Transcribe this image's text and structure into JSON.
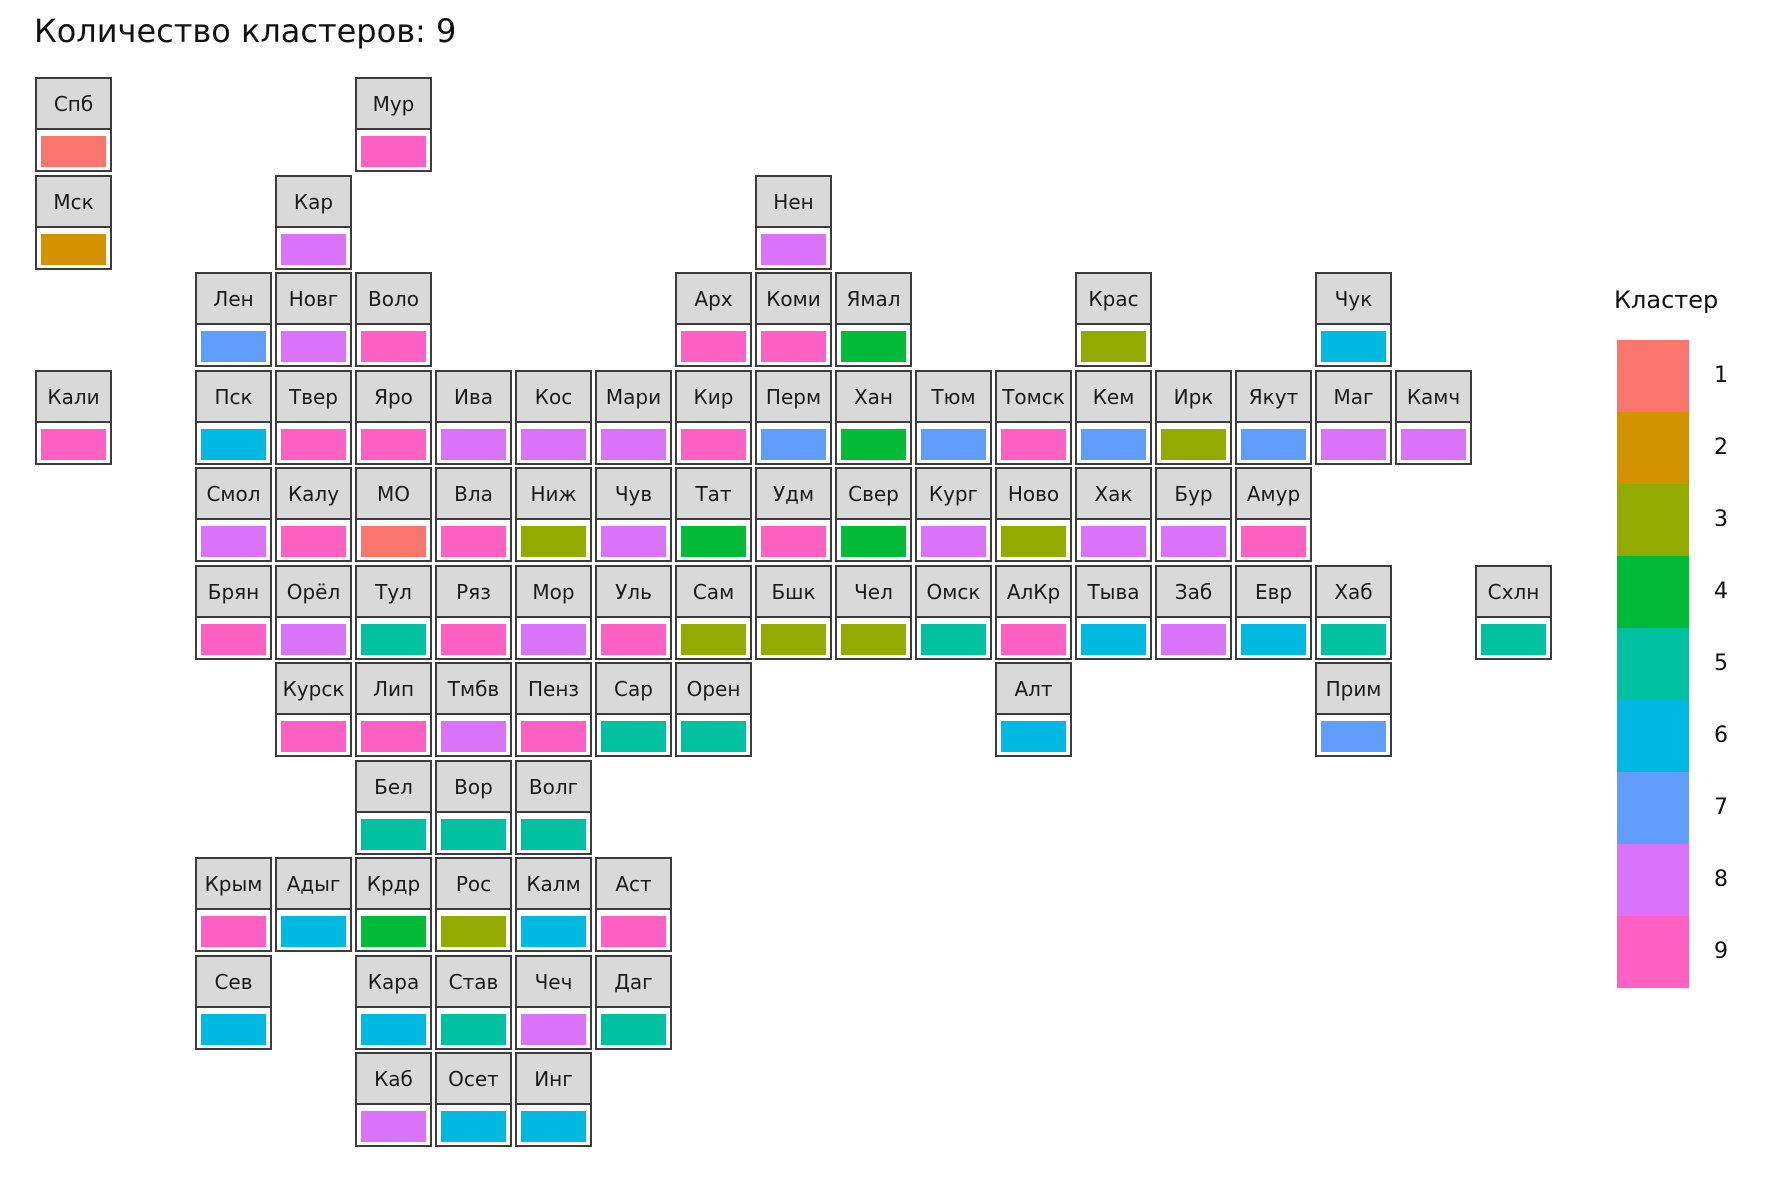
{
  "title": "Количество кластеров: 9",
  "chart_data": {
    "type": "heatmap",
    "title": "Количество кластеров: 9",
    "legend": {
      "title": "Кластер",
      "placement": "right",
      "entries": [
        {
          "label": "1",
          "color": "#F8766D"
        },
        {
          "label": "2",
          "color": "#D39200"
        },
        {
          "label": "3",
          "color": "#93AA00"
        },
        {
          "label": "4",
          "color": "#00BA38"
        },
        {
          "label": "5",
          "color": "#00C19F"
        },
        {
          "label": "6",
          "color": "#00B9E3"
        },
        {
          "label": "7",
          "color": "#619CFF"
        },
        {
          "label": "8",
          "color": "#DB72FB"
        },
        {
          "label": "9",
          "color": "#FF61C3"
        }
      ]
    },
    "grid": false,
    "regions": [
      {
        "label": "Спб",
        "col": 1,
        "row": 1,
        "cluster": 1
      },
      {
        "label": "Мур",
        "col": 5,
        "row": 1,
        "cluster": 9
      },
      {
        "label": "Мск",
        "col": 1,
        "row": 2,
        "cluster": 2
      },
      {
        "label": "Кар",
        "col": 4,
        "row": 2,
        "cluster": 8
      },
      {
        "label": "Нен",
        "col": 10,
        "row": 2,
        "cluster": 8
      },
      {
        "label": "Лен",
        "col": 3,
        "row": 3,
        "cluster": 7
      },
      {
        "label": "Новг",
        "col": 4,
        "row": 3,
        "cluster": 8
      },
      {
        "label": "Воло",
        "col": 5,
        "row": 3,
        "cluster": 9
      },
      {
        "label": "Арх",
        "col": 9,
        "row": 3,
        "cluster": 9
      },
      {
        "label": "Коми",
        "col": 10,
        "row": 3,
        "cluster": 9
      },
      {
        "label": "Ямал",
        "col": 11,
        "row": 3,
        "cluster": 4
      },
      {
        "label": "Крас",
        "col": 14,
        "row": 3,
        "cluster": 3
      },
      {
        "label": "Чук",
        "col": 17,
        "row": 3,
        "cluster": 6
      },
      {
        "label": "Кали",
        "col": 1,
        "row": 4,
        "cluster": 9
      },
      {
        "label": "Пск",
        "col": 3,
        "row": 4,
        "cluster": 6
      },
      {
        "label": "Твер",
        "col": 4,
        "row": 4,
        "cluster": 9
      },
      {
        "label": "Яро",
        "col": 5,
        "row": 4,
        "cluster": 9
      },
      {
        "label": "Ива",
        "col": 6,
        "row": 4,
        "cluster": 8
      },
      {
        "label": "Кос",
        "col": 7,
        "row": 4,
        "cluster": 8
      },
      {
        "label": "Мари",
        "col": 8,
        "row": 4,
        "cluster": 8
      },
      {
        "label": "Кир",
        "col": 9,
        "row": 4,
        "cluster": 9
      },
      {
        "label": "Перм",
        "col": 10,
        "row": 4,
        "cluster": 7
      },
      {
        "label": "Хан",
        "col": 11,
        "row": 4,
        "cluster": 4
      },
      {
        "label": "Тюм",
        "col": 12,
        "row": 4,
        "cluster": 7
      },
      {
        "label": "Томск",
        "col": 13,
        "row": 4,
        "cluster": 9
      },
      {
        "label": "Кем",
        "col": 14,
        "row": 4,
        "cluster": 7
      },
      {
        "label": "Ирк",
        "col": 15,
        "row": 4,
        "cluster": 3
      },
      {
        "label": "Якут",
        "col": 16,
        "row": 4,
        "cluster": 7
      },
      {
        "label": "Маг",
        "col": 17,
        "row": 4,
        "cluster": 8
      },
      {
        "label": "Камч",
        "col": 18,
        "row": 4,
        "cluster": 8
      },
      {
        "label": "Смол",
        "col": 3,
        "row": 5,
        "cluster": 8
      },
      {
        "label": "Калу",
        "col": 4,
        "row": 5,
        "cluster": 9
      },
      {
        "label": "МО",
        "col": 5,
        "row": 5,
        "cluster": 1
      },
      {
        "label": "Вла",
        "col": 6,
        "row": 5,
        "cluster": 9
      },
      {
        "label": "Ниж",
        "col": 7,
        "row": 5,
        "cluster": 3
      },
      {
        "label": "Чув",
        "col": 8,
        "row": 5,
        "cluster": 8
      },
      {
        "label": "Тат",
        "col": 9,
        "row": 5,
        "cluster": 4
      },
      {
        "label": "Удм",
        "col": 10,
        "row": 5,
        "cluster": 9
      },
      {
        "label": "Свер",
        "col": 11,
        "row": 5,
        "cluster": 4
      },
      {
        "label": "Кург",
        "col": 12,
        "row": 5,
        "cluster": 8
      },
      {
        "label": "Ново",
        "col": 13,
        "row": 5,
        "cluster": 3
      },
      {
        "label": "Хак",
        "col": 14,
        "row": 5,
        "cluster": 8
      },
      {
        "label": "Бур",
        "col": 15,
        "row": 5,
        "cluster": 8
      },
      {
        "label": "Амур",
        "col": 16,
        "row": 5,
        "cluster": 9
      },
      {
        "label": "Брян",
        "col": 3,
        "row": 6,
        "cluster": 9
      },
      {
        "label": "Орёл",
        "col": 4,
        "row": 6,
        "cluster": 8
      },
      {
        "label": "Тул",
        "col": 5,
        "row": 6,
        "cluster": 5
      },
      {
        "label": "Ряз",
        "col": 6,
        "row": 6,
        "cluster": 9
      },
      {
        "label": "Мор",
        "col": 7,
        "row": 6,
        "cluster": 8
      },
      {
        "label": "Уль",
        "col": 8,
        "row": 6,
        "cluster": 9
      },
      {
        "label": "Сам",
        "col": 9,
        "row": 6,
        "cluster": 3
      },
      {
        "label": "Бшк",
        "col": 10,
        "row": 6,
        "cluster": 3
      },
      {
        "label": "Чел",
        "col": 11,
        "row": 6,
        "cluster": 3
      },
      {
        "label": "Омск",
        "col": 12,
        "row": 6,
        "cluster": 5
      },
      {
        "label": "АлКр",
        "col": 13,
        "row": 6,
        "cluster": 9
      },
      {
        "label": "Тыва",
        "col": 14,
        "row": 6,
        "cluster": 6
      },
      {
        "label": "Заб",
        "col": 15,
        "row": 6,
        "cluster": 8
      },
      {
        "label": "Евр",
        "col": 16,
        "row": 6,
        "cluster": 6
      },
      {
        "label": "Хаб",
        "col": 17,
        "row": 6,
        "cluster": 5
      },
      {
        "label": "Схлн",
        "col": 19,
        "row": 6,
        "cluster": 5
      },
      {
        "label": "Курск",
        "col": 4,
        "row": 7,
        "cluster": 9
      },
      {
        "label": "Лип",
        "col": 5,
        "row": 7,
        "cluster": 9
      },
      {
        "label": "Тмбв",
        "col": 6,
        "row": 7,
        "cluster": 8
      },
      {
        "label": "Пенз",
        "col": 7,
        "row": 7,
        "cluster": 9
      },
      {
        "label": "Сар",
        "col": 8,
        "row": 7,
        "cluster": 5
      },
      {
        "label": "Орен",
        "col": 9,
        "row": 7,
        "cluster": 5
      },
      {
        "label": "Алт",
        "col": 13,
        "row": 7,
        "cluster": 6
      },
      {
        "label": "Прим",
        "col": 17,
        "row": 7,
        "cluster": 7
      },
      {
        "label": "Бел",
        "col": 5,
        "row": 8,
        "cluster": 5
      },
      {
        "label": "Вор",
        "col": 6,
        "row": 8,
        "cluster": 5
      },
      {
        "label": "Волг",
        "col": 7,
        "row": 8,
        "cluster": 5
      },
      {
        "label": "Крым",
        "col": 3,
        "row": 9,
        "cluster": 9
      },
      {
        "label": "Адыг",
        "col": 4,
        "row": 9,
        "cluster": 6
      },
      {
        "label": "Крдр",
        "col": 5,
        "row": 9,
        "cluster": 4
      },
      {
        "label": "Рос",
        "col": 6,
        "row": 9,
        "cluster": 3
      },
      {
        "label": "Калм",
        "col": 7,
        "row": 9,
        "cluster": 6
      },
      {
        "label": "Аст",
        "col": 8,
        "row": 9,
        "cluster": 9
      },
      {
        "label": "Сев",
        "col": 3,
        "row": 10,
        "cluster": 6
      },
      {
        "label": "Кара",
        "col": 5,
        "row": 10,
        "cluster": 6
      },
      {
        "label": "Став",
        "col": 6,
        "row": 10,
        "cluster": 5
      },
      {
        "label": "Чеч",
        "col": 7,
        "row": 10,
        "cluster": 8
      },
      {
        "label": "Даг",
        "col": 8,
        "row": 10,
        "cluster": 5
      },
      {
        "label": "Каб",
        "col": 5,
        "row": 11,
        "cluster": 8
      },
      {
        "label": "Осет",
        "col": 6,
        "row": 11,
        "cluster": 6
      },
      {
        "label": "Инг",
        "col": 7,
        "row": 11,
        "cluster": 6
      }
    ]
  }
}
